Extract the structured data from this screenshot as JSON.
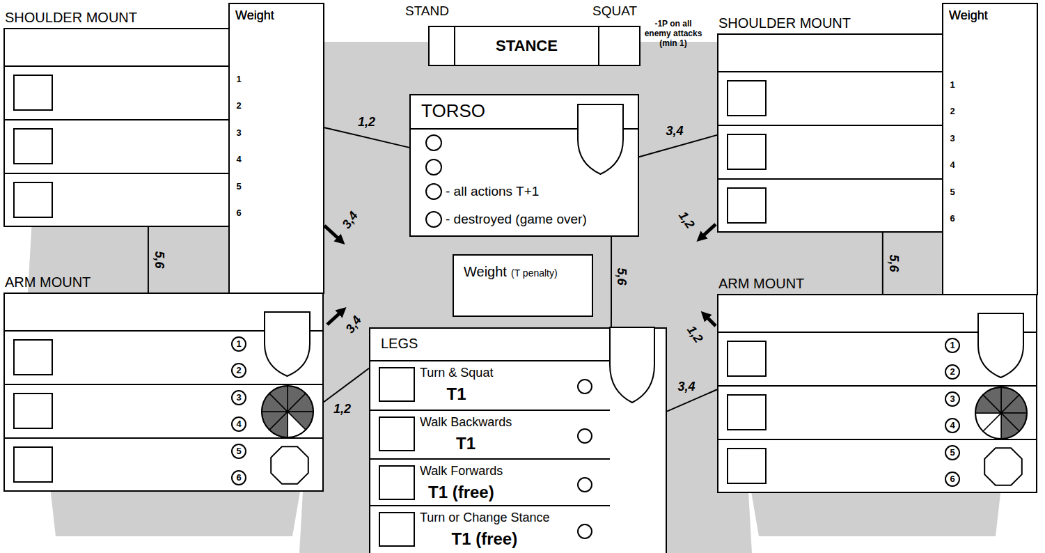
{
  "diagram": {
    "nodes": [
      {
        "text": [
          "SHOULDER MOUNT"
        ]
      },
      {
        "text": [
          "Weight"
        ],
        "in": 0
      },
      {
        "text": [
          "1"
        ],
        "in": 0
      },
      {
        "text": [
          "2"
        ],
        "in": 0
      },
      {
        "text": [
          "3"
        ],
        "in": 0
      },
      {
        "text": [
          "4"
        ],
        "in": 0
      },
      {
        "text": [
          "5"
        ],
        "in": 0
      },
      {
        "text": [
          "6"
        ],
        "in": 0
      },
      {
        "text": [
          "STANCE"
        ]
      },
      {
        "text": [
          "STAND"
        ],
        "in": 8
      },
      {
        "text": [
          "SQUAT"
        ],
        "in": 8
      },
      {
        "text": [
          "SHOULDER MOUNT"
        ]
      },
      {
        "text": [
          "Weight"
        ],
        "in": 11
      },
      {
        "text": [
          "1"
        ],
        "in": 11
      },
      {
        "text": [
          "2"
        ],
        "in": 11
      },
      {
        "text": [
          "3"
        ],
        "in": 11
      },
      {
        "text": [
          "4"
        ],
        "in": 11
      },
      {
        "text": [
          "5"
        ],
        "in": 11
      },
      {
        "text": [
          "6"
        ],
        "in": 11
      },
      {
        "text": [
          "TORSO",
          "- all actions T+1",
          "- destroyed (game over)"
        ]
      },
      {
        "text": [
          "ARM MOUNT"
        ]
      },
      {
        "text": [
          "Weight"
        ],
        "in": 20
      },
      {
        "text": [
          "1"
        ],
        "in": 20
      },
      {
        "text": [
          "2"
        ],
        "in": 20
      },
      {
        "text": [
          "3"
        ],
        "in": 20
      },
      {
        "text": [
          "4"
        ],
        "in": 20
      },
      {
        "text": [
          "5"
        ],
        "in": 20
      },
      {
        "text": [
          "6"
        ],
        "in": 20
      },
      {
        "text": [
          "Weight",
          "(T penalty)"
        ]
      },
      {
        "text": [
          "ARM MOUNT"
        ]
      },
      {
        "text": [
          "Weight"
        ],
        "in": 29
      },
      {
        "text": [
          "1"
        ],
        "in": 29
      },
      {
        "text": [
          "2"
        ],
        "in": 29
      },
      {
        "text": [
          "3"
        ],
        "in": 29
      },
      {
        "text": [
          "4"
        ],
        "in": 29
      },
      {
        "text": [
          "5"
        ],
        "in": 29
      },
      {
        "text": [
          "6"
        ],
        "in": 29
      },
      {
        "text": [
          "LEGS"
        ]
      },
      {
        "text": [
          "Turn & Squat",
          "T1"
        ],
        "in": 37
      },
      {
        "text": [
          "Walk Backwards",
          "T1"
        ],
        "in": 37
      },
      {
        "text": [
          "Walk Forwards",
          "T1 (free)"
        ],
        "in": 37
      },
      {
        "text": [
          "Turn or Change Stance",
          "T1 (free)"
        ],
        "in": 37
      }
    ],
    "edges": [
      {
        "from": 19,
        "to": 0,
        "label": "1,2",
        "arrow": "none"
      },
      {
        "from": 19,
        "to": 11,
        "label": "3,4",
        "arrow": "none"
      },
      {
        "from": 0,
        "to": 20,
        "label": "5,6",
        "arrow": "none"
      },
      {
        "from": 11,
        "to": 29,
        "label": "5,6",
        "arrow": "none"
      },
      {
        "from": 19,
        "to": 37,
        "label": "5,6",
        "arrow": "none"
      },
      {
        "from": 37,
        "to": 20,
        "label": "1,2",
        "arrow": "none"
      },
      {
        "from": 37,
        "to": 29,
        "label": "3,4",
        "arrow": "none"
      }
    ],
    "labels": [
      "-1P on all enemy attacks (min 1)",
      "3,4",
      "1,2",
      "3,4",
      "1,2"
    ]
  }
}
